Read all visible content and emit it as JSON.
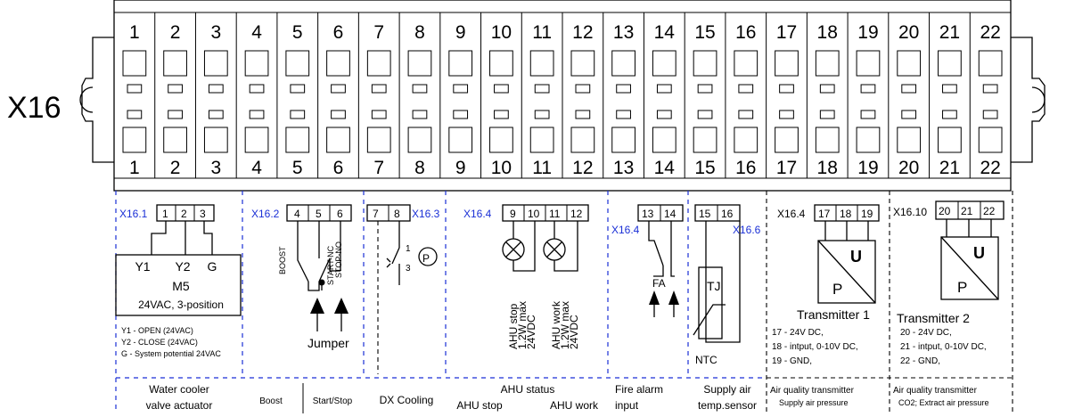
{
  "block_label": "X16",
  "terminals": [
    "1",
    "2",
    "3",
    "4",
    "5",
    "6",
    "7",
    "8",
    "9",
    "10",
    "11",
    "12",
    "13",
    "14",
    "15",
    "16",
    "17",
    "18",
    "19",
    "20",
    "21",
    "22"
  ],
  "colors": {
    "blue_dash": "#1a2fd6",
    "line": "#000000",
    "background": "#ffffff"
  },
  "connectors": {
    "c1": {
      "tag": "X16.1",
      "pins": [
        "1",
        "2",
        "3"
      ]
    },
    "c2": {
      "tag": "X16.2",
      "pins": [
        "4",
        "5",
        "6"
      ]
    },
    "c3": {
      "tag": "X16.3",
      "pins": [
        "7",
        "8"
      ]
    },
    "c4": {
      "tag": "X16.4",
      "pins": [
        "9",
        "10",
        "11",
        "12"
      ]
    },
    "c5": {
      "tag": "X16.4",
      "pins": [
        "13",
        "14"
      ]
    },
    "c6": {
      "tag": "X16.6",
      "pins": [
        "15",
        "16"
      ]
    },
    "c7": {
      "tag": "X16.4",
      "pins": [
        "17",
        "18",
        "19"
      ]
    },
    "c8": {
      "tag": "X16.10",
      "pins": [
        "20",
        "21",
        "22"
      ]
    }
  },
  "actuator": {
    "y1": "Y1",
    "y2": "Y2",
    "g": "G",
    "name": "M5",
    "spec": "24VAC, 3-position",
    "notes": [
      "Y1 - OPEN (24VAC)",
      "Y2 - CLOSE (24VAC)",
      "G - System potential 24VAC"
    ]
  },
  "boost": {
    "label": "BOOST",
    "start": "START-NC",
    "stop": "STOP-NO",
    "jumper": "Jumper"
  },
  "dx": {
    "p": "P",
    "n1": "1",
    "n3": "3"
  },
  "ahu": {
    "stop": [
      "AHU stop",
      "1.2W max",
      "24VDC"
    ],
    "work": [
      "AHU work",
      "1.2W max",
      "24VDC"
    ]
  },
  "fire": {
    "label": "FA"
  },
  "supply_temp": {
    "tj": "TJ",
    "ntc": "NTC"
  },
  "transmitter1": {
    "u": "U",
    "p": "P",
    "name": "Transmitter 1",
    "notes": [
      "17 - 24V DC,",
      "18 - intput, 0-10V DC,",
      "19 - GND,"
    ]
  },
  "transmitter2": {
    "u": "U",
    "p": "P",
    "name": "Transmitter 2",
    "notes": [
      "20 - 24V DC,",
      "21 - intput, 0-10V DC,",
      "22 - GND,"
    ]
  },
  "footer": {
    "water": [
      "Water cooler",
      "valve actuator"
    ],
    "boost": "Boost",
    "startstop": "Start/Stop",
    "dx": "DX Cooling",
    "ahu_status": "AHU status",
    "ahu_stop": "AHU stop",
    "ahu_work": "AHU work",
    "fire": [
      "Fire alarm",
      "input"
    ],
    "supply": [
      "Supply air",
      "temp.sensor"
    ],
    "aq1": [
      "Air quality transmitter",
      "Supply air pressure"
    ],
    "aq2": [
      "Air quality transmitter",
      "CO2; Extract air pressure"
    ]
  }
}
